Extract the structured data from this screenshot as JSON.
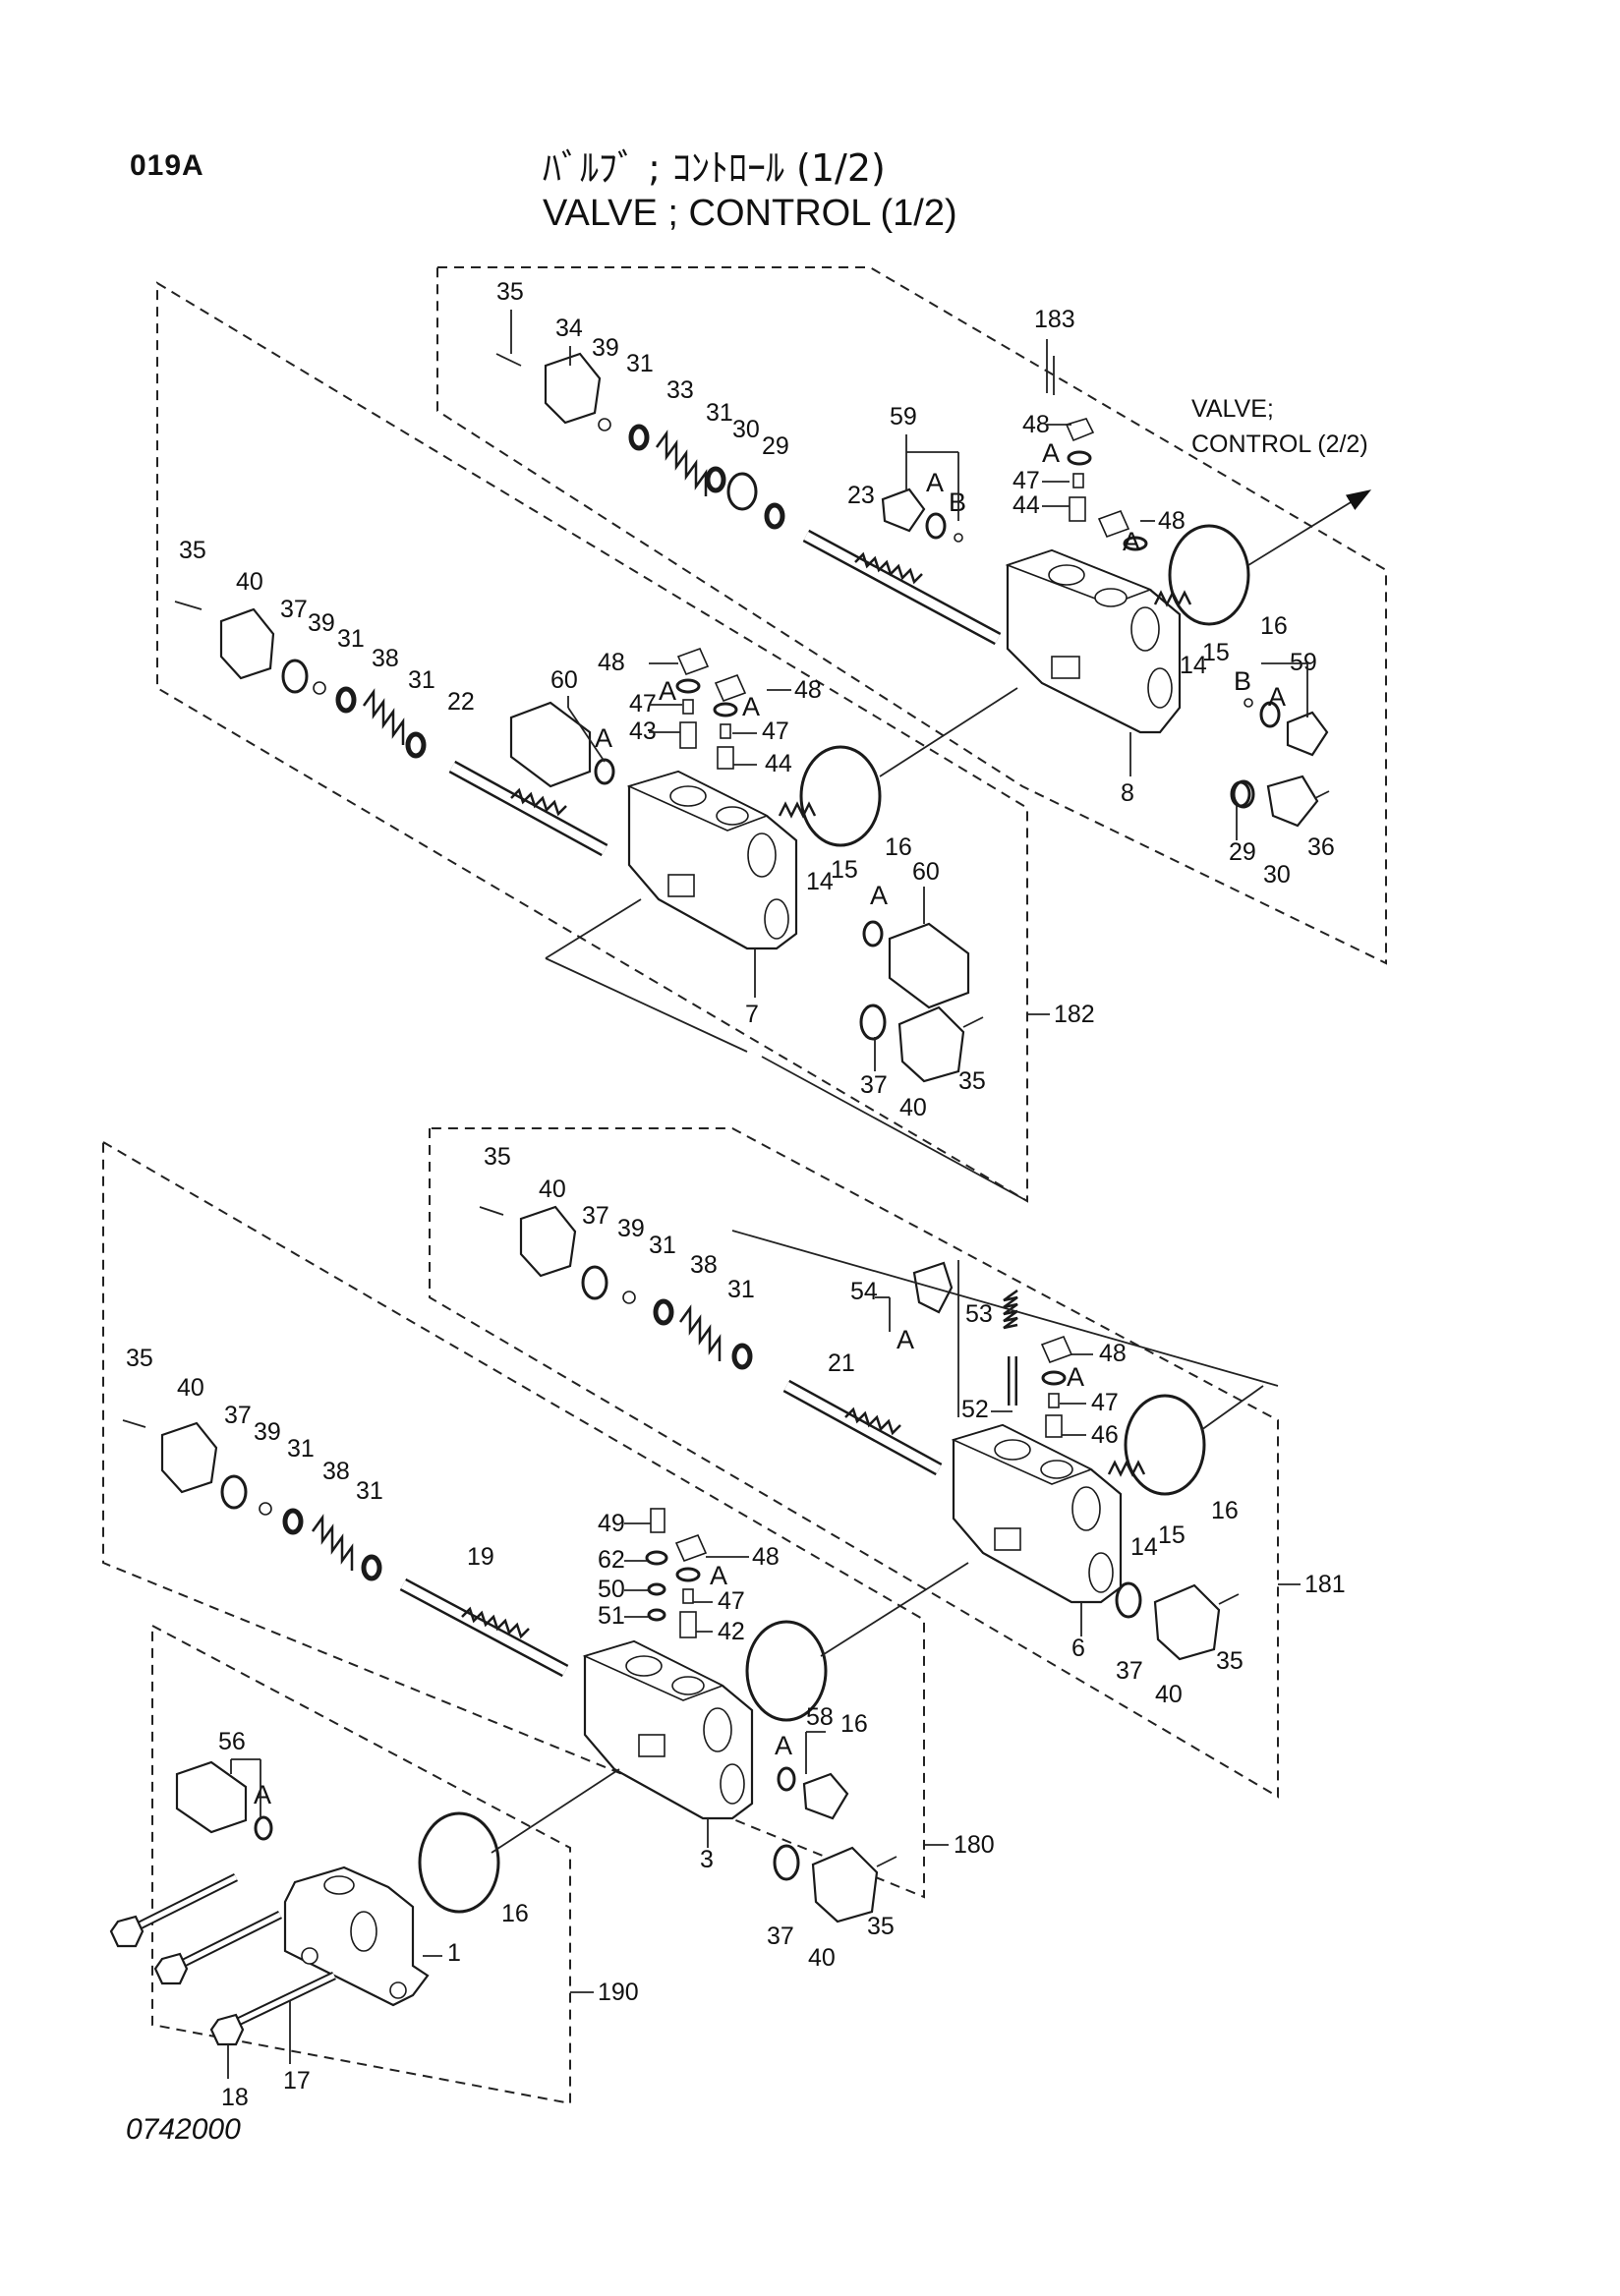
{
  "header": {
    "page_code": "019A",
    "title_jp": "ﾊﾞﾙﾌﾞ ; ｺﾝﾄﾛｰﾙ (1/2)",
    "title_en": "VALVE ; CONTROL (1/2)"
  },
  "drawing_number": "0742000",
  "external_reference": {
    "line1": "VALVE;",
    "line2": "CONTROL (2/2)"
  },
  "groups": [
    "183",
    "182",
    "181",
    "180",
    "190"
  ],
  "callouts": {
    "g183": [
      "35",
      "34",
      "39",
      "31",
      "33",
      "31",
      "30",
      "29",
      "23",
      "59",
      "A",
      "B",
      "48",
      "A",
      "47",
      "44",
      "48",
      "A",
      "16",
      "15",
      "14",
      "8",
      "B",
      "A",
      "59",
      "29",
      "30",
      "36"
    ],
    "g182": [
      "35",
      "40",
      "37",
      "39",
      "31",
      "38",
      "31",
      "22",
      "60",
      "A",
      "48",
      "A",
      "47",
      "43",
      "48",
      "A",
      "47",
      "44",
      "16",
      "14",
      "15",
      "A",
      "60",
      "7",
      "37",
      "40",
      "35"
    ],
    "g181": [
      "35",
      "40",
      "37",
      "39",
      "31",
      "38",
      "31",
      "54",
      "A",
      "53",
      "21",
      "52",
      "48",
      "A",
      "47",
      "46",
      "16",
      "14",
      "15",
      "6",
      "37",
      "40",
      "35"
    ],
    "g180": [
      "35",
      "40",
      "37",
      "39",
      "31",
      "38",
      "31",
      "19",
      "49",
      "62",
      "50",
      "51",
      "48",
      "A",
      "47",
      "42",
      "16",
      "58",
      "A",
      "3",
      "37",
      "40",
      "35"
    ],
    "g190": [
      "56",
      "A",
      "16",
      "1",
      "18",
      "17"
    ]
  }
}
